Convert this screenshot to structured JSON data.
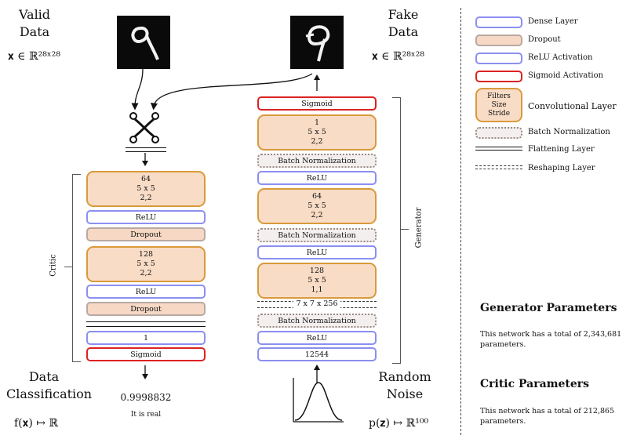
{
  "critic": {
    "top_title": "Valid\nData",
    "input_space": "𝐱 ∈ ℝ²⁸ˣ²⁸",
    "side_label": "Critic",
    "layers": [
      {
        "type": "conv",
        "filters": "64",
        "size": "5 x 5",
        "stride": "2,2"
      },
      {
        "type": "relu",
        "label": "ReLU"
      },
      {
        "type": "dropout",
        "label": "Dropout"
      },
      {
        "type": "conv",
        "filters": "128",
        "size": "5 x 5",
        "stride": "2,2"
      },
      {
        "type": "relu",
        "label": "ReLU"
      },
      {
        "type": "dropout",
        "label": "Dropout"
      },
      {
        "type": "flatten"
      },
      {
        "type": "dense",
        "label": "1"
      },
      {
        "type": "sigmoid",
        "label": "Sigmoid"
      }
    ],
    "output_title": "Data\nClassification",
    "output_value": "0.9998832",
    "output_note": "It is real",
    "output_map": "f(𝐱) ↦ ℝ"
  },
  "generator": {
    "top_title": "Fake\nData",
    "output_space": "𝐱 ∈ ℝ²⁸ˣ²⁸",
    "side_label": "Generator",
    "layers": [
      {
        "type": "sigmoid",
        "label": "Sigmoid"
      },
      {
        "type": "conv",
        "filters": "1",
        "size": "5 x 5",
        "stride": "2,2"
      },
      {
        "type": "bn",
        "label": "Batch Normalization"
      },
      {
        "type": "relu",
        "label": "ReLU"
      },
      {
        "type": "conv",
        "filters": "64",
        "size": "5 x 5",
        "stride": "2,2"
      },
      {
        "type": "bn",
        "label": "Batch Normalization"
      },
      {
        "type": "relu",
        "label": "ReLU"
      },
      {
        "type": "conv",
        "filters": "128",
        "size": "5 x 5",
        "stride": "1,1"
      },
      {
        "type": "reshape",
        "label": "7 x 7 x 256"
      },
      {
        "type": "bn",
        "label": "Batch Normalization"
      },
      {
        "type": "relu",
        "label": "ReLU"
      },
      {
        "type": "dense",
        "label": "12544"
      }
    ],
    "input_title": "Random\nNoise",
    "input_map": "p(𝐳) ↦ ℝ¹⁰⁰"
  },
  "legend": [
    {
      "key": "dense",
      "label": "Dense Layer"
    },
    {
      "key": "dropout",
      "label": "Dropout"
    },
    {
      "key": "relu",
      "label": "ReLU Activation"
    },
    {
      "key": "sigmoid",
      "label": "Sigmoid Activation"
    },
    {
      "key": "conv",
      "label": "Convolutional Layer",
      "inner": [
        "Filters",
        "Size",
        "Stride"
      ]
    },
    {
      "key": "bn",
      "label": "Batch Normalization"
    },
    {
      "key": "flatten",
      "label": "Flattening Layer"
    },
    {
      "key": "reshape",
      "label": "Reshaping Layer"
    }
  ],
  "params": {
    "generator_title": "Generator Parameters",
    "generator_text": "This network has a total of 2,343,681 parameters.",
    "critic_title": "Critic Parameters",
    "critic_text": "This network has a total of 212,865 parameters."
  },
  "colors": {
    "dense": "#8b8ff0",
    "dropout_fill": "#f6d8c4",
    "conv_border": "#d89a3c",
    "sigmoid": "#dd2222",
    "bn": "#9a8a86"
  }
}
